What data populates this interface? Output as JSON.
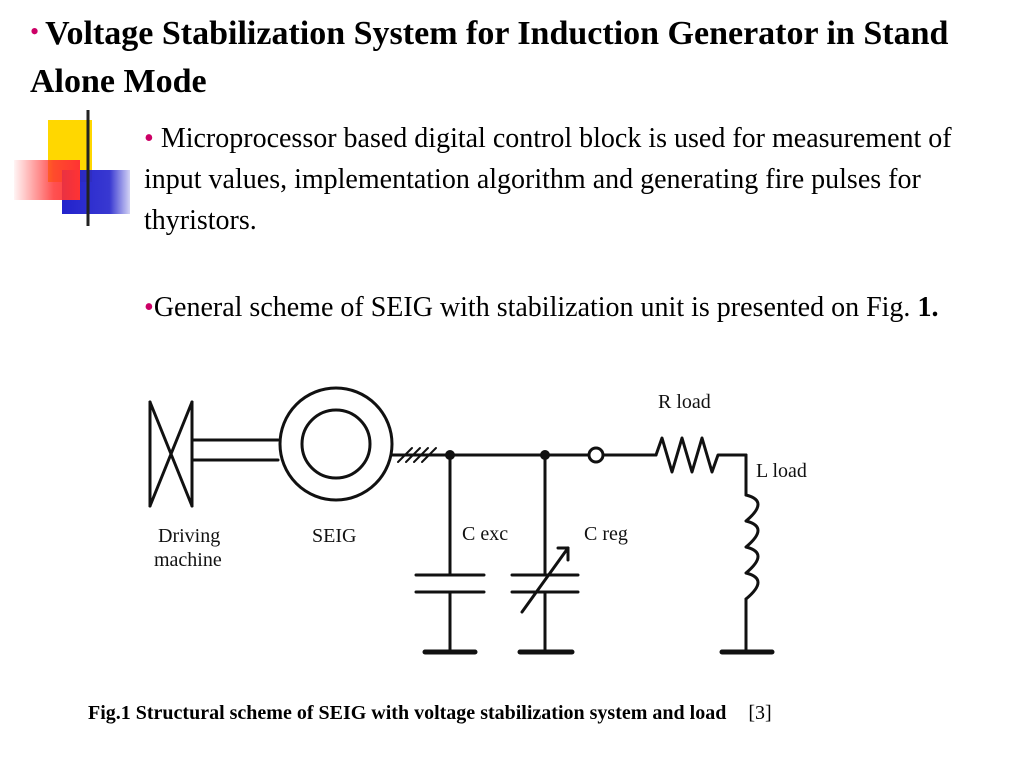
{
  "slide": {
    "title": "Voltage Stabilization System for Induction Generator in Stand Alone Mode",
    "title_bullet": "•",
    "bullets": [
      {
        "marker": "•",
        "text": "Microprocessor based digital control block is used for measurement of input values, implementation algorithm and generating fire pulses for thyristors."
      },
      {
        "marker": "•",
        "text": "General scheme of SEIG with stabilization unit is presented on Fig. ",
        "emphasis": "1."
      }
    ]
  },
  "figure": {
    "labels": {
      "driving_machine_line1": "Driving",
      "driving_machine_line2": "machine",
      "seig": "SEIG",
      "c_exc": "C exc",
      "c_reg": "C reg",
      "r_load": "R load",
      "l_load": "L load"
    }
  },
  "caption": {
    "main": "Fig.1 Structural scheme of SEIG with voltage stabilization system and load",
    "reference": "[3]"
  },
  "colors": {
    "bullet": "#cc0066",
    "deco_yellow": "#ffd700",
    "deco_red": "#ff3333",
    "deco_blue": "#2222cc",
    "deco_line": "#222222"
  }
}
